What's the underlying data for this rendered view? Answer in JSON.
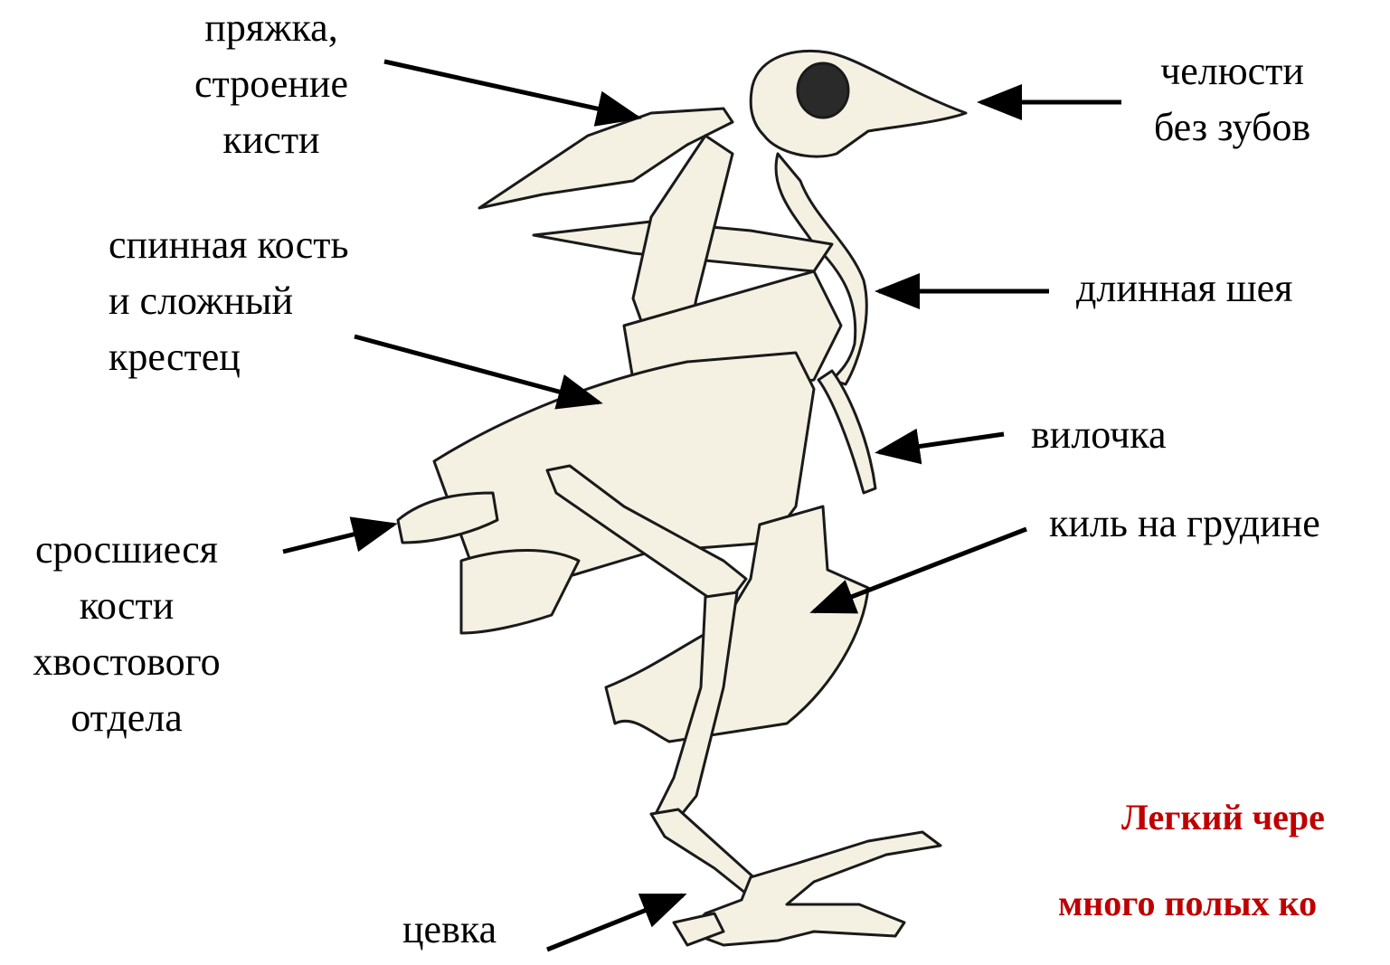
{
  "labels": {
    "hand": [
      "пряжка,",
      "строение",
      "кисти"
    ],
    "jaws": [
      "челюсти",
      "без зубов"
    ],
    "back": [
      "спинная кость",
      "и сложный",
      "крестец"
    ],
    "neck": [
      "длинная шея"
    ],
    "furcula": [
      "вилочка"
    ],
    "keel": [
      "киль на грудине"
    ],
    "tail": [
      "сросшиеся",
      "кости",
      "хвостового",
      "отдела"
    ],
    "tarsus": [
      "цевка"
    ]
  },
  "notes": {
    "line1": "Легкий чере",
    "line2": "много полых ко",
    "color": "#c00000"
  },
  "colors": {
    "bone_fill": "#f4f1e2",
    "bone_stroke": "#1a1a1a",
    "arrow": "#000000"
  }
}
